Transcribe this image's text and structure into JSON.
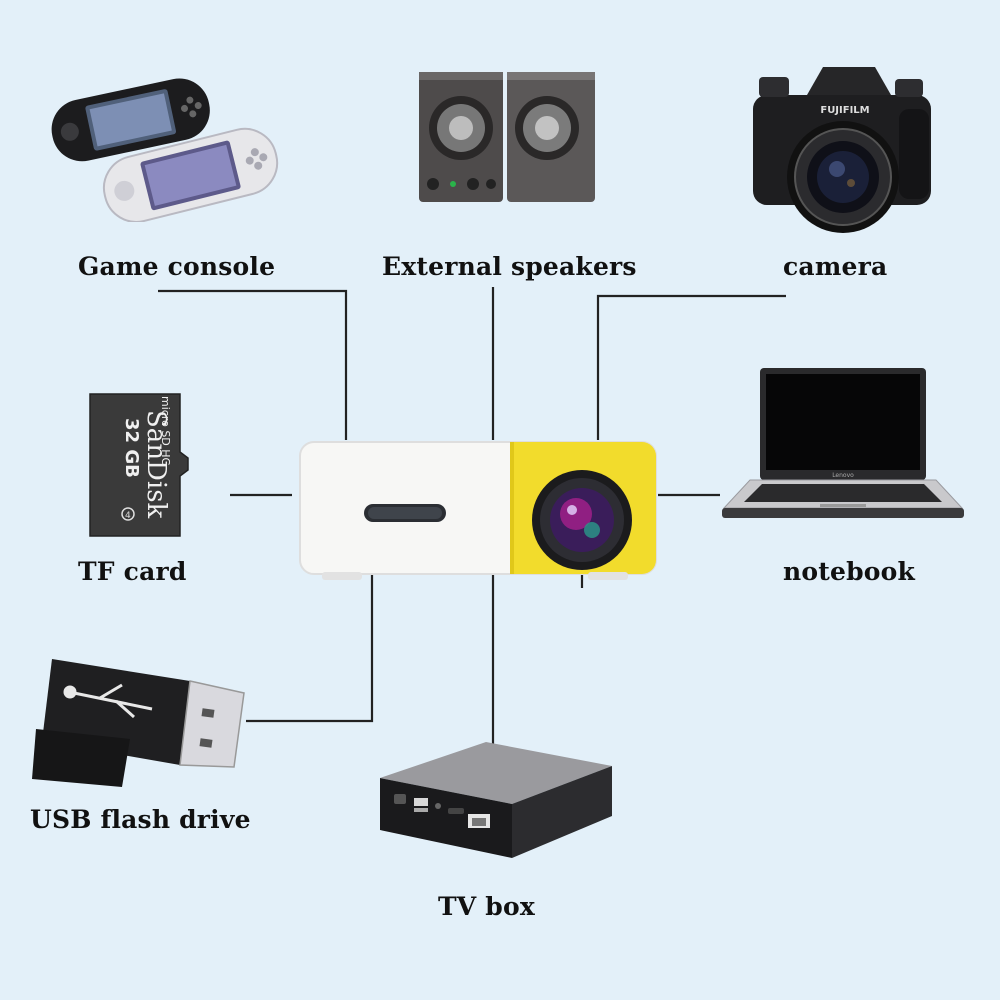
{
  "labels": {
    "game_console": "Game console",
    "external_speakers": "External speakers",
    "camera": "camera",
    "tf_card": "TF card",
    "notebook": "notebook",
    "usb_flash_drive": "USB flash drive",
    "tv_box": "TV box"
  },
  "device_text": {
    "camera_brand": "FUJIFILM",
    "sd_brand": "SanDisk",
    "sd_capacity": "32 GB",
    "sd_type": "micro SD HC",
    "sd_class": "4",
    "laptop_brand": "Lenovo"
  },
  "colors": {
    "background": "#e3f0f9",
    "line": "#222222",
    "projector_yellow": "#f2dc2c",
    "projector_white": "#f7f7f5"
  }
}
